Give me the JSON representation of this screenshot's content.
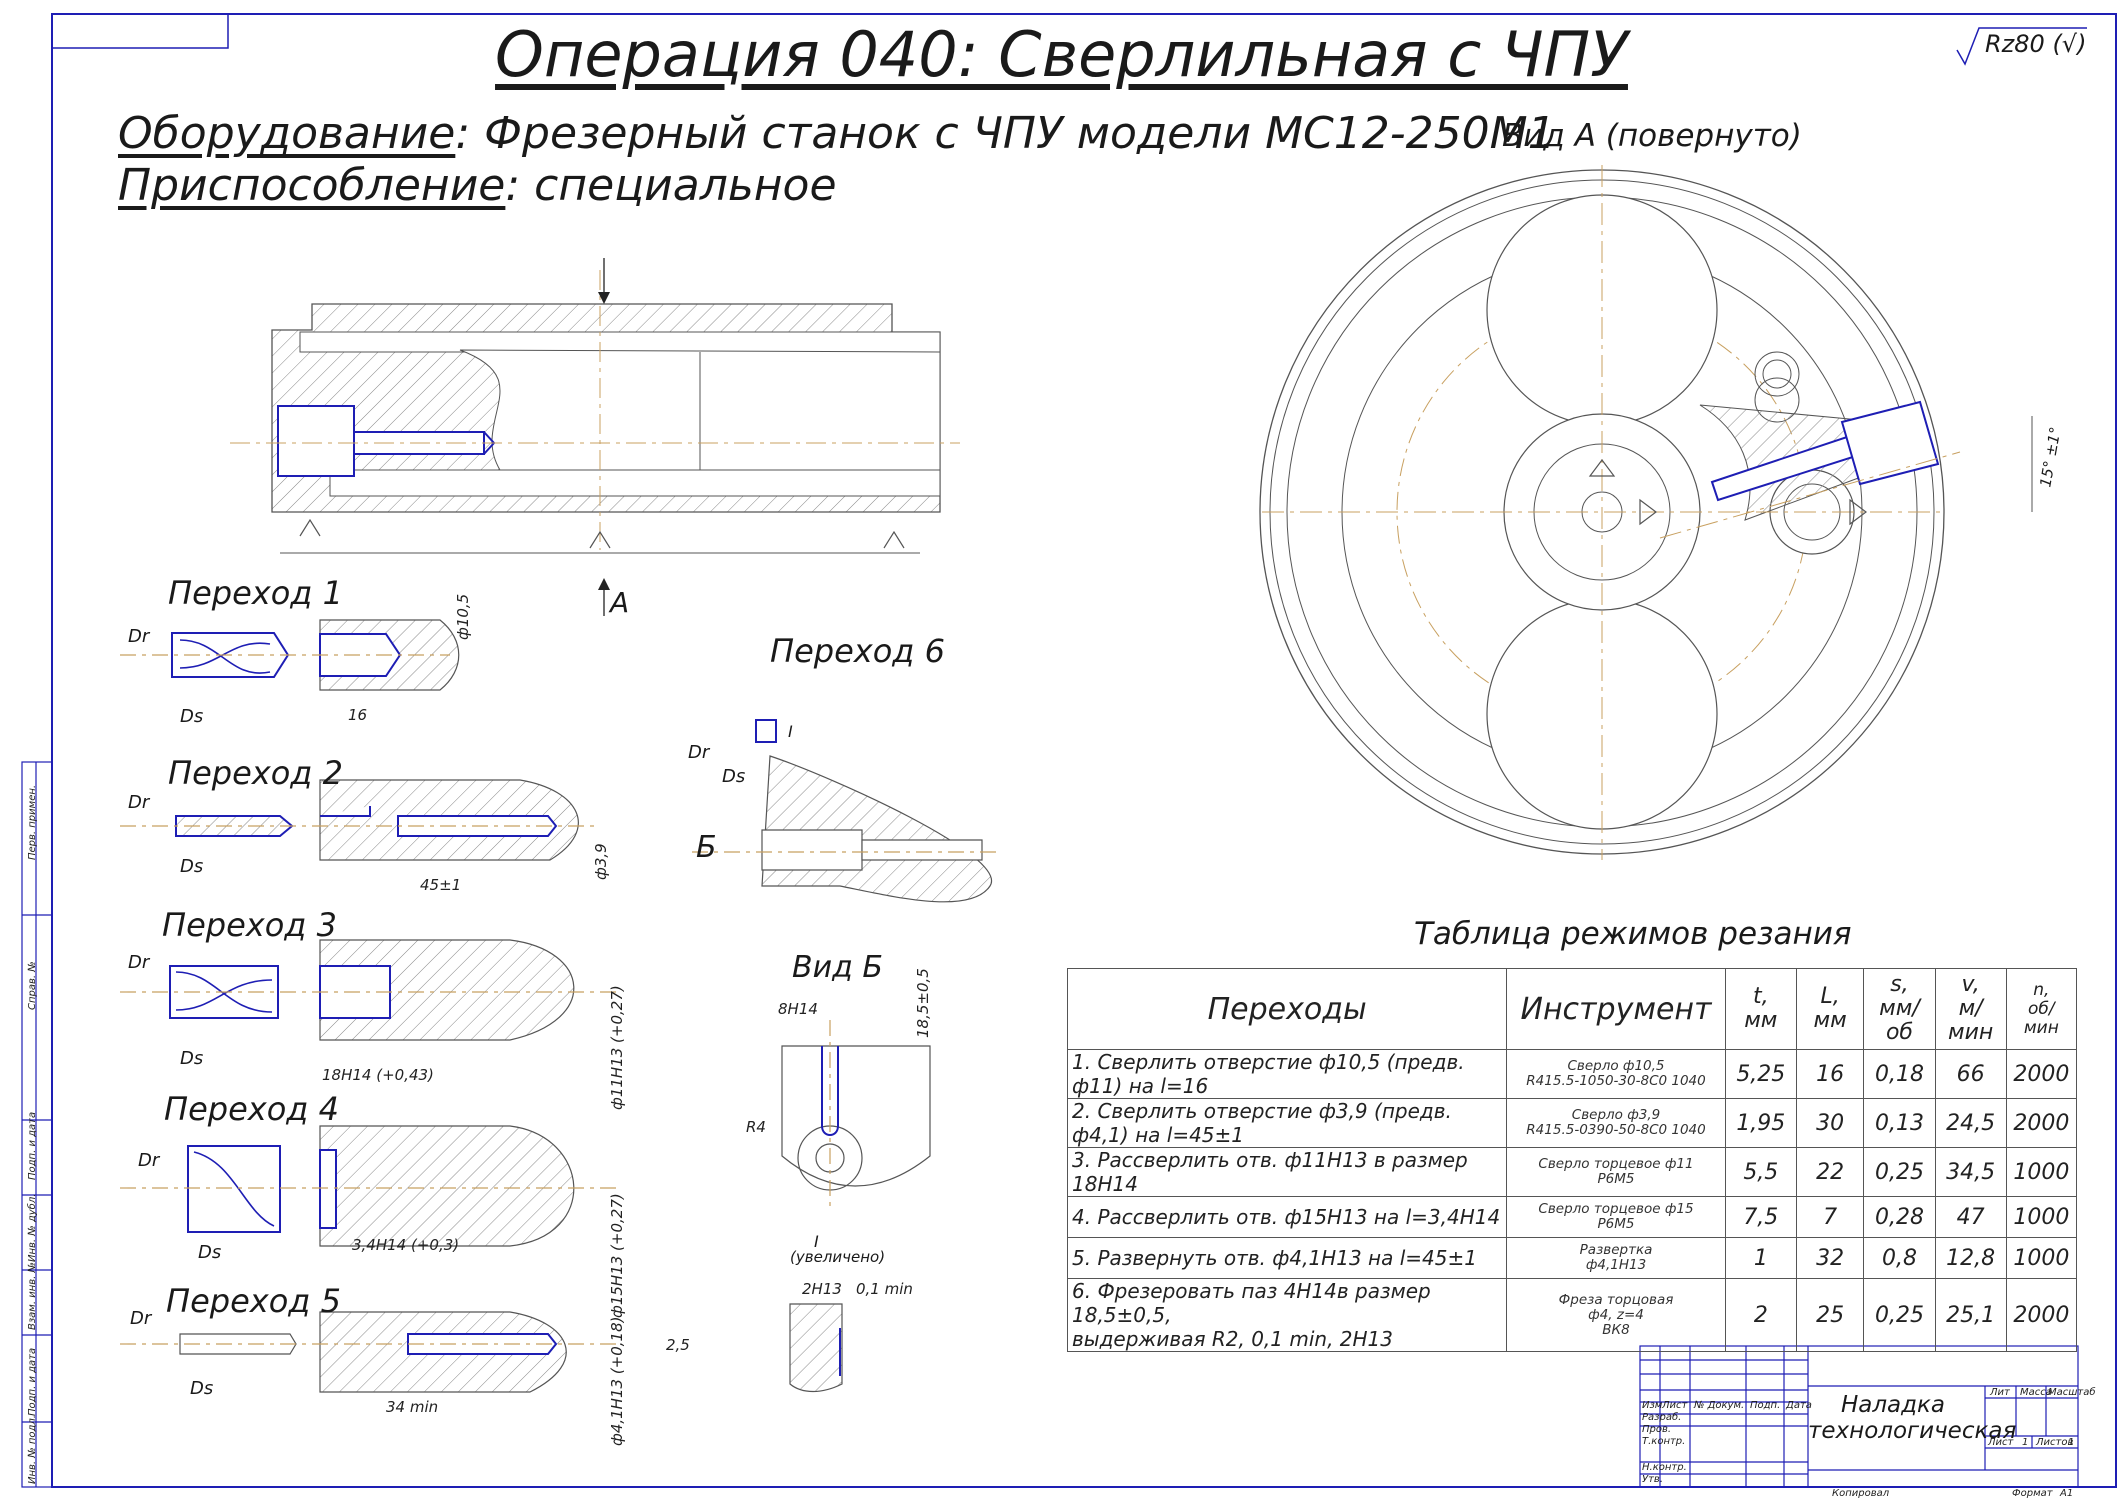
{
  "header": {
    "title": "Операция 040: Сверлильная с ЧПУ",
    "roughness": "Rz80 (√)"
  },
  "equipment": {
    "label": "Оборудование",
    "value": ": Фрезерный станок с ЧПУ модели  МС12-250М1"
  },
  "fixture": {
    "label": "Приспособление",
    "value": ": специальное"
  },
  "views": {
    "view_a": "Вид А (повернуто)",
    "arrow_a": "А",
    "view_b": "Вид Б",
    "section_b": "Б",
    "detail_i": "I",
    "detail_i_note": "(увеличено)",
    "angle_dim": "15° ±1°"
  },
  "transitions": [
    {
      "label": "Переход 1",
      "dims": [
        "ф10,5",
        "16"
      ]
    },
    {
      "label": "Переход 2",
      "dims": [
        "ф3,9",
        "45±1"
      ]
    },
    {
      "label": "Переход 3",
      "dims": [
        "18H14 (+0,43)",
        "ф11H13 (+0,27)"
      ]
    },
    {
      "label": "Переход 4",
      "dims": [
        "3,4H14 (+0,3)",
        "ф15H13 (+0,27)"
      ]
    },
    {
      "label": "Переход 5",
      "dims": [
        "34 min",
        "ф4,1H13 (+0,18)",
        "2,5"
      ]
    },
    {
      "label": "Переход 6",
      "dims": [
        "8H14",
        "18,5±0,5",
        "R4",
        "2H13",
        "0,1 min"
      ]
    }
  ],
  "motion": {
    "rotation": "Dr",
    "feed": "Ds"
  },
  "table": {
    "title": "Таблица режимов резания",
    "headers": {
      "steps": "Переходы",
      "tool": "Инструмент",
      "t": "t,",
      "t_unit": "мм",
      "L": "L,",
      "L_unit": "мм",
      "s": "s,",
      "s_unit": "мм/об",
      "v": "v,",
      "v_unit": "м/мин",
      "n": "n,",
      "n_unit": "об/мин"
    },
    "rows": [
      {
        "step": "1. Сверлить отверстие ф10,5 (предв. ф11) на l=16",
        "tool1": "Сверло ф10,5",
        "tool2": "R415.5-1050-30-8С0 1040",
        "tool3": "",
        "t": "5,25",
        "L": "16",
        "s": "0,18",
        "v": "66",
        "n": "2000"
      },
      {
        "step": "2. Сверлить отверстие ф3,9 (предв. ф4,1) на l=45±1",
        "tool1": "Сверло ф3,9",
        "tool2": "R415.5-0390-50-8С0 1040",
        "tool3": "",
        "t": "1,95",
        "L": "30",
        "s": "0,13",
        "v": "24,5",
        "n": "2000"
      },
      {
        "step": "3. Рассверлить отв. ф11H13 в размер 18H14",
        "tool1": "Сверло торцевое ф11",
        "tool2": "Р6М5",
        "tool3": "",
        "t": "5,5",
        "L": "22",
        "s": "0,25",
        "v": "34,5",
        "n": "1000"
      },
      {
        "step": "4. Рассверлить отв. ф15H13 на l=3,4H14",
        "tool1": "Сверло торцевое ф15",
        "tool2": "Р6М5",
        "tool3": "",
        "t": "7,5",
        "L": "7",
        "s": "0,28",
        "v": "47",
        "n": "1000"
      },
      {
        "step": "5. Развернуть отв. ф4,1H13 на l=45±1",
        "tool1": "Развертка",
        "tool2": "ф4,1H13",
        "tool3": "",
        "t": "1",
        "L": "32",
        "s": "0,8",
        "v": "12,8",
        "n": "1000"
      },
      {
        "step": "6. Фрезеровать паз 4H14в размер 18,5±0,5,",
        "step2": "выдерживая R2, 0,1 min, 2H13",
        "tool1": "Фреза торцовая",
        "tool2": "ф4, z=4",
        "tool3": "ВК8",
        "t": "2",
        "L": "25",
        "s": "0,25",
        "v": "25,1",
        "n": "2000"
      }
    ]
  },
  "title_block": {
    "name_line1": "Наладка",
    "name_line2": "технологическая",
    "cols": [
      "Изм",
      "Лист",
      "№ Докум.",
      "Подп.",
      "Дата"
    ],
    "rows": [
      "Разраб.",
      "Пров.",
      "Т.контр.",
      "Н.контр.",
      "Утв."
    ],
    "lit": "Лит",
    "mass": "Масса",
    "scale": "Масштаб",
    "sheet": "Лист",
    "sheet_no": "1",
    "sheets": "Листов",
    "sheets_no": "1",
    "copied": "Копировал",
    "format": "Формат",
    "format_val": "А1"
  },
  "side_stamps": [
    "Перв. примен.",
    "Справ. №",
    "Подп. и дата",
    "Инв. № дубл.",
    "Взам. инв. №",
    "Подп. и дата",
    "Инв. № подл."
  ],
  "colors": {
    "line": "#555555",
    "tool": "#1e1eb4",
    "axis": "#c8a060",
    "border": "#1e1eb4"
  }
}
